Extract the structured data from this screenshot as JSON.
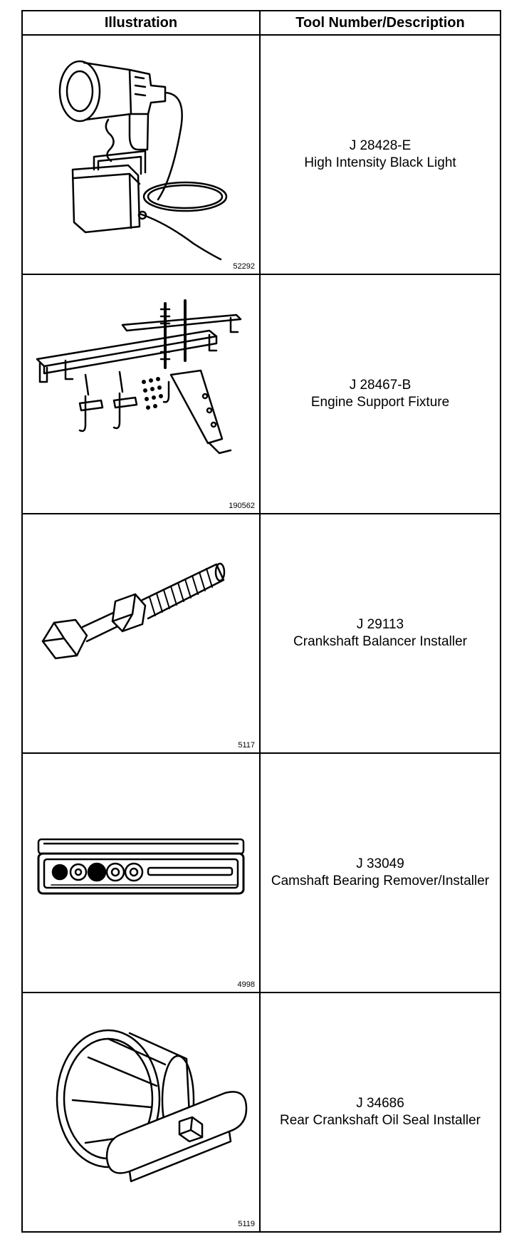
{
  "table": {
    "header_illustration": "Illustration",
    "header_description": "Tool Number/Description",
    "rows": [
      {
        "figure": "52292",
        "number": "J 28428-E",
        "description": "High Intensity Black Light",
        "icon": "black-light-icon"
      },
      {
        "figure": "190562",
        "number": "J 28467-B",
        "description": "Engine Support Fixture",
        "icon": "engine-support-fixture-icon"
      },
      {
        "figure": "5117",
        "number": "J 29113",
        "description": "Crankshaft Balancer Installer",
        "icon": "balancer-installer-icon"
      },
      {
        "figure": "4998",
        "number": "J 33049",
        "description": "Camshaft Bearing Remover/Installer",
        "icon": "bearing-tool-kit-icon"
      },
      {
        "figure": "5119",
        "number": "J 34686",
        "description": "Rear Crankshaft Oil Seal Installer",
        "icon": "oil-seal-installer-icon"
      }
    ]
  }
}
